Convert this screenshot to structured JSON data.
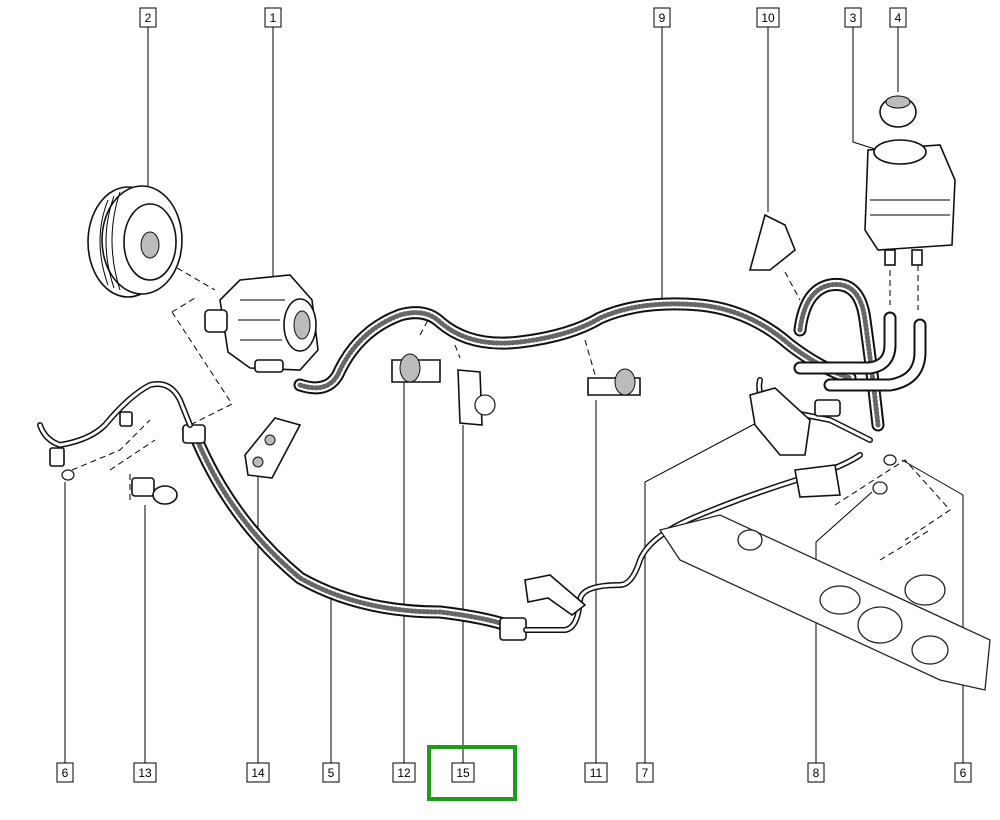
{
  "diagram": {
    "title": "Power steering hydraulic circuit exploded view",
    "highlight_color": "#1a9e1a",
    "labels_top": [
      "2",
      "1",
      "9",
      "10",
      "3",
      "4"
    ],
    "labels_bottom": [
      "6",
      "13",
      "14",
      "5",
      "12",
      "15",
      "11",
      "7",
      "8",
      "6"
    ],
    "highlighted_label": "15"
  }
}
